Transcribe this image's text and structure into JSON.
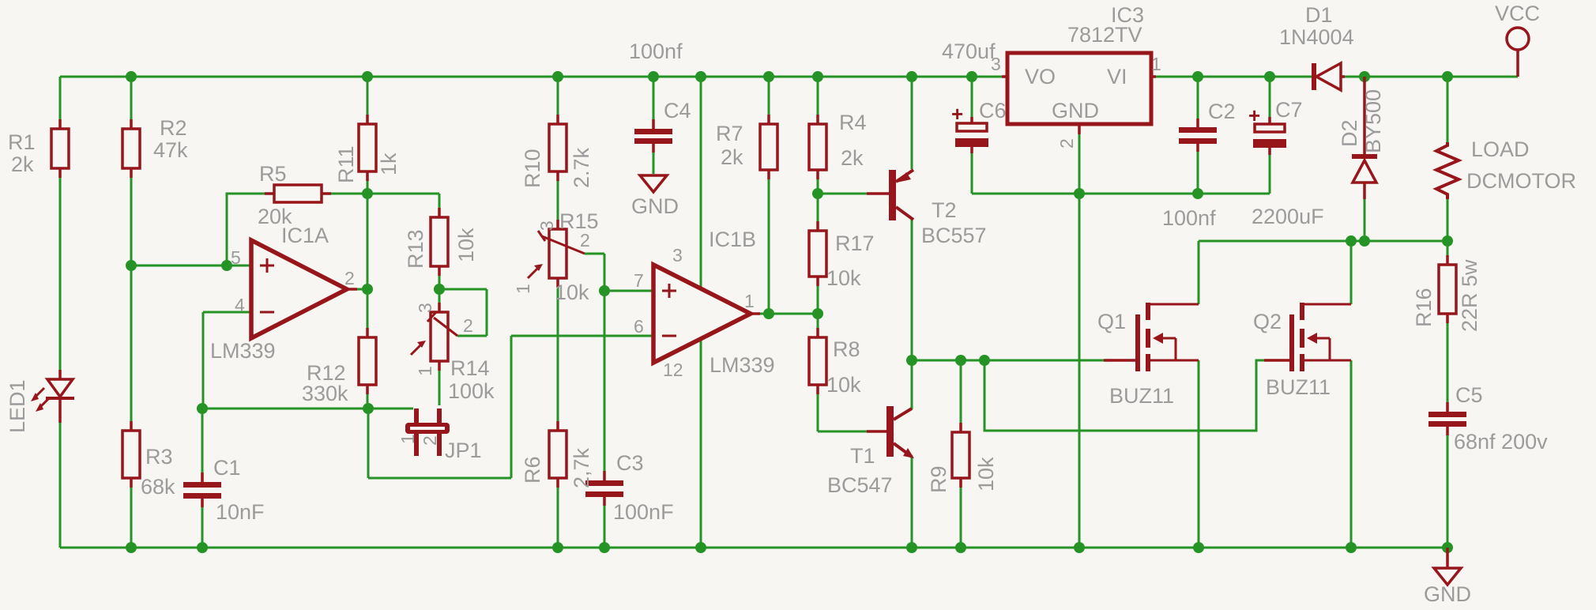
{
  "colors": {
    "wire": "#259325",
    "symbol": "#97161b",
    "label": "#9b9b9b",
    "background": "#f7f6f2"
  },
  "power": {
    "vcc": "VCC",
    "gnd": "GND"
  },
  "components": {
    "r1": {
      "name": "R1",
      "value": "2k"
    },
    "r2": {
      "name": "R2",
      "value": "47k"
    },
    "r3": {
      "name": "R3",
      "value": "68k"
    },
    "r4": {
      "name": "R4",
      "value": "2k"
    },
    "r5": {
      "name": "R5",
      "value": "20k"
    },
    "r6": {
      "name": "R6",
      "value": "2,7k"
    },
    "r7": {
      "name": "R7",
      "value": "2k"
    },
    "r8": {
      "name": "R8",
      "value": "10k"
    },
    "r9": {
      "name": "R9",
      "value": "10k"
    },
    "r10": {
      "name": "R10",
      "value": "2.7k"
    },
    "r11": {
      "name": "R11",
      "value": "1k"
    },
    "r12": {
      "name": "R12",
      "value": "330k"
    },
    "r13": {
      "name": "R13",
      "value": "10k"
    },
    "r14": {
      "name": "R14",
      "value": "100k",
      "pin1": "1",
      "pin2": "2",
      "pin3": "3"
    },
    "r15": {
      "name": "R15",
      "value": "10k",
      "pin1": "1",
      "pin2": "2",
      "pin3": "3"
    },
    "r16": {
      "name": "R16",
      "value": "22R 5w"
    },
    "r17": {
      "name": "R17",
      "value": "10k"
    },
    "c1": {
      "name": "C1",
      "value": "10nF"
    },
    "c2": {
      "name": "C2",
      "value": "100nf"
    },
    "c3": {
      "name": "C3",
      "value": "100nF"
    },
    "c4": {
      "name": "C4",
      "value": "100nf"
    },
    "c5": {
      "name": "C5",
      "value": "68nf 200v"
    },
    "c6": {
      "name": "C6",
      "value": "470uf",
      "polarity": "+"
    },
    "c7": {
      "name": "C7",
      "value": "2200uF",
      "polarity": "+"
    },
    "d1": {
      "name": "D1",
      "value": "1N4004"
    },
    "d2": {
      "name": "D2",
      "value": "BY500"
    },
    "led1": {
      "name": "LED1"
    },
    "t1": {
      "name": "T1",
      "value": "BC547"
    },
    "t2": {
      "name": "T2",
      "value": "BC557"
    },
    "q1": {
      "name": "Q1",
      "value": "BUZ11"
    },
    "q2": {
      "name": "Q2",
      "value": "BUZ11"
    },
    "jp1": {
      "name": "JP1",
      "pin1": "1",
      "pin2": "2"
    },
    "ic1a": {
      "name": "IC1A",
      "part": "LM339",
      "pin_inp": "5",
      "pin_inn": "4",
      "pin_out": "2"
    },
    "ic1b": {
      "name": "IC1B",
      "part": "LM339",
      "pin_inp": "7",
      "pin_inn": "6",
      "pin_out": "1",
      "pin_vcc": "3",
      "pin_gnd": "12"
    },
    "ic3": {
      "name": "IC3",
      "part": "7812TV",
      "vo": "VO",
      "vi": "VI",
      "gnd": "GND",
      "pin_vo": "3",
      "pin_vi": "1",
      "pin_gnd": "2"
    },
    "load": {
      "name": "LOAD",
      "value": "DCMOTOR"
    }
  }
}
